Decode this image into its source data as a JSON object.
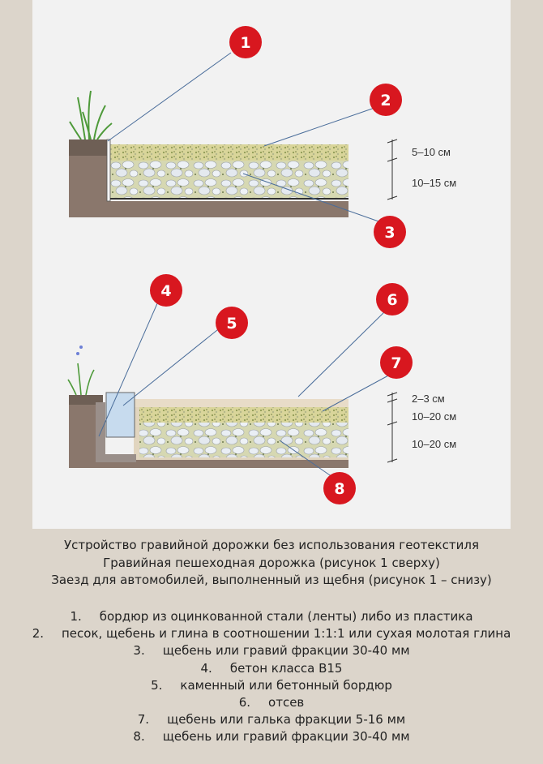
{
  "diagram": {
    "markers": [
      "1",
      "2",
      "3",
      "4",
      "5",
      "6",
      "7",
      "8"
    ],
    "top_dimensions": [
      "5–10 см",
      "10–15 см"
    ],
    "bottom_dimensions": [
      "2–3 см",
      "10–20 см",
      "10–20 см"
    ],
    "colors": {
      "marker_red": "#d8171f",
      "soil": "#8a776c",
      "gravel_fill": "#d6d8b2",
      "stone": "#e9eef4",
      "sand": "#e1d5bf",
      "leader_line": "#4a6d9a",
      "border_stone": "#c7dbee"
    }
  },
  "caption": {
    "line1": "Устройство гравийной дорожки без использования геотекстиля",
    "line2": "Гравийная пешеходная дорожка (рисунок 1 сверху)",
    "line3": "Заезд для автомобилей, выполненный из щебня (рисунок 1 – снизу)"
  },
  "legend": [
    {
      "num": "1.",
      "text": "бордюр из оцинкованной стали (ленты) либо из пластика"
    },
    {
      "num": "2.",
      "text": "песок, щебень и глина в соотношении 1:1:1 или сухая молотая глина"
    },
    {
      "num": "3.",
      "text": "щебень или гравий фракции 30-40 мм"
    },
    {
      "num": "4.",
      "text": "бетон класса В15"
    },
    {
      "num": "5.",
      "text": "каменный или бетонный бордюр"
    },
    {
      "num": "6.",
      "text": "отсев"
    },
    {
      "num": "7.",
      "text": "щебень или галька фракции 5-16 мм"
    },
    {
      "num": "8.",
      "text": "щебень или гравий фракции 30-40 мм"
    }
  ]
}
